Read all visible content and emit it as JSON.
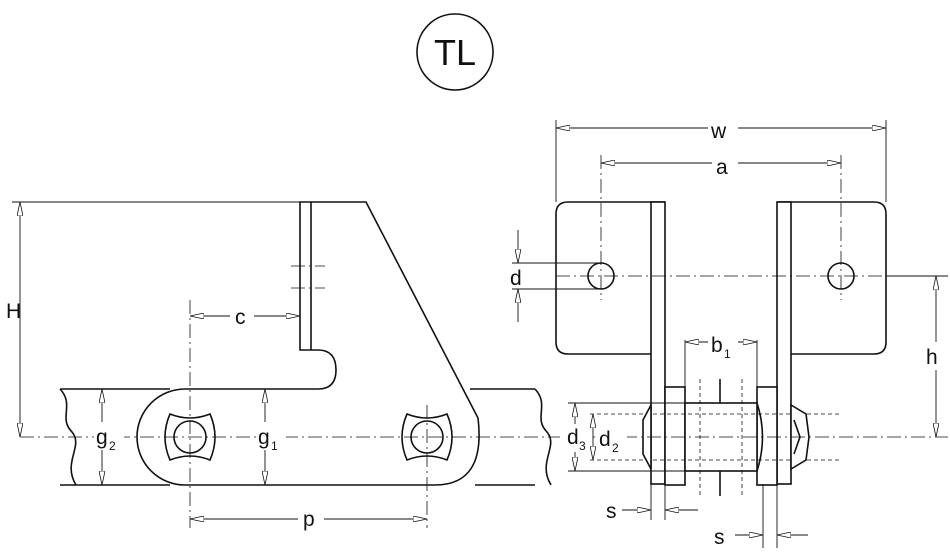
{
  "title": "TL",
  "labels": {
    "H": "H",
    "c": "c",
    "g2": "g",
    "g2_sub": "2",
    "g1": "g",
    "g1_sub": "1",
    "p": "p",
    "w": "w",
    "a": "a",
    "d": "d",
    "b1": "b",
    "b1_sub": "1",
    "h": "h",
    "d3": "d",
    "d3_sub": "3",
    "d2": "d",
    "d2_sub": "2",
    "s_left": "s",
    "s_right": "s"
  }
}
